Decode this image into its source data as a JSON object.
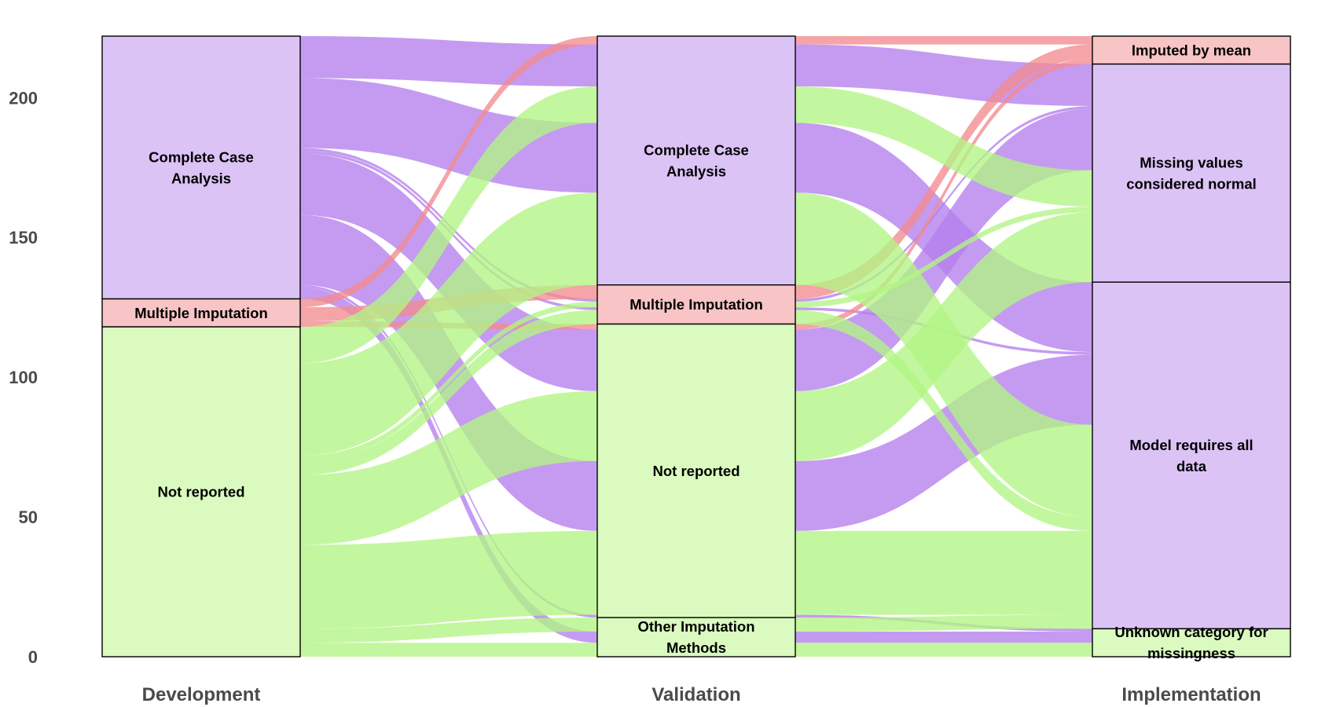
{
  "chart_data": {
    "type": "alluvial",
    "axes": [
      "Development",
      "Validation",
      "Implementation"
    ],
    "ylim": [
      0,
      222
    ],
    "yticks": [
      0,
      50,
      100,
      150,
      200
    ],
    "fill_colors": {
      "Complete Case Analysis": "#b57fed",
      "Multiple Imputation": "#f28b8f",
      "Not reported": "#b2f584"
    },
    "stratum_colors": {
      "Complete Case Analysis": "#dcc3f6",
      "Multiple Imputation": "#f8c4c6",
      "Not reported": "#dafabf",
      "Other Imputation Methods": "#dafabf",
      "Imputed by mean": "#f8c4c6",
      "Missing values considered normal": "#dcc3f6",
      "Model requires all data": "#dcc3f6",
      "Unknown category for missingness": "#dafabf"
    },
    "strata": {
      "Development": [
        {
          "name": "Complete Case Analysis",
          "label": "Complete Case\nAnalysis",
          "count": 94
        },
        {
          "name": "Multiple Imputation",
          "label": "Multiple Imputation",
          "count": 10
        },
        {
          "name": "Not reported",
          "label": "Not reported",
          "count": 118
        }
      ],
      "Validation": [
        {
          "name": "Complete Case Analysis",
          "label": "Complete Case\nAnalysis",
          "count": 89
        },
        {
          "name": "Multiple Imputation",
          "label": "Multiple Imputation",
          "count": 14
        },
        {
          "name": "Not reported",
          "label": "Not reported",
          "count": 105
        },
        {
          "name": "Other Imputation Methods",
          "label": "Other Imputation\nMethods",
          "count": 14
        }
      ],
      "Implementation": [
        {
          "name": "Imputed by mean",
          "label": "Imputed by mean",
          "count": 10
        },
        {
          "name": "Missing values considered normal",
          "label": "Missing values\nconsidered normal",
          "count": 78
        },
        {
          "name": "Model requires all data",
          "label": "Model requires all\ndata",
          "count": 124
        },
        {
          "name": "Unknown category for missingness",
          "label": "Unknown category for\nmissingness",
          "count": 10
        }
      ]
    },
    "flows": [
      {
        "dev": "Complete Case Analysis",
        "val": "Complete Case Analysis",
        "imp": "Missing values considered normal",
        "count": 15
      },
      {
        "dev": "Complete Case Analysis",
        "val": "Complete Case Analysis",
        "imp": "Model requires all data",
        "count": 25
      },
      {
        "dev": "Complete Case Analysis",
        "val": "Multiple Imputation",
        "imp": "Missing values considered normal",
        "count": 1
      },
      {
        "dev": "Complete Case Analysis",
        "val": "Multiple Imputation",
        "imp": "Model requires all data",
        "count": 1
      },
      {
        "dev": "Complete Case Analysis",
        "val": "Not reported",
        "imp": "Model requires all data",
        "count": 25
      },
      {
        "dev": "Complete Case Analysis",
        "val": "Not reported",
        "imp": "Unknown category for missingness",
        "count": 1
      },
      {
        "dev": "Complete Case Analysis",
        "val": "Not reported",
        "imp": "Missing values considered normal",
        "count": 22
      },
      {
        "dev": "Complete Case Analysis",
        "val": "Other Imputation Methods",
        "imp": "Unknown category for missingness",
        "count": 4
      },
      {
        "dev": "Multiple Imputation",
        "val": "Complete Case Analysis",
        "imp": "Imputed by mean",
        "count": 3
      },
      {
        "dev": "Multiple Imputation",
        "val": "Multiple Imputation",
        "imp": "Imputed by mean",
        "count": 5
      },
      {
        "dev": "Multiple Imputation",
        "val": "Not reported",
        "imp": "Imputed by mean",
        "count": 2
      },
      {
        "dev": "Not reported",
        "val": "Complete Case Analysis",
        "imp": "Missing values considered normal",
        "count": 13
      },
      {
        "dev": "Not reported",
        "val": "Complete Case Analysis",
        "imp": "Model requires all data",
        "count": 33
      },
      {
        "dev": "Not reported",
        "val": "Multiple Imputation",
        "imp": "Missing values considered normal",
        "count": 2
      },
      {
        "dev": "Not reported",
        "val": "Multiple Imputation",
        "imp": "Model requires all data",
        "count": 5
      },
      {
        "dev": "Not reported",
        "val": "Not reported",
        "imp": "Missing values considered normal",
        "count": 25
      },
      {
        "dev": "Not reported",
        "val": "Not reported",
        "imp": "Model requires all data",
        "count": 30
      },
      {
        "dev": "Not reported",
        "val": "Other Imputation Methods",
        "imp": "Model requires all data",
        "count": 5
      },
      {
        "dev": "Not reported",
        "val": "Other Imputation Methods",
        "imp": "Unknown category for missingness",
        "count": 5
      }
    ]
  }
}
